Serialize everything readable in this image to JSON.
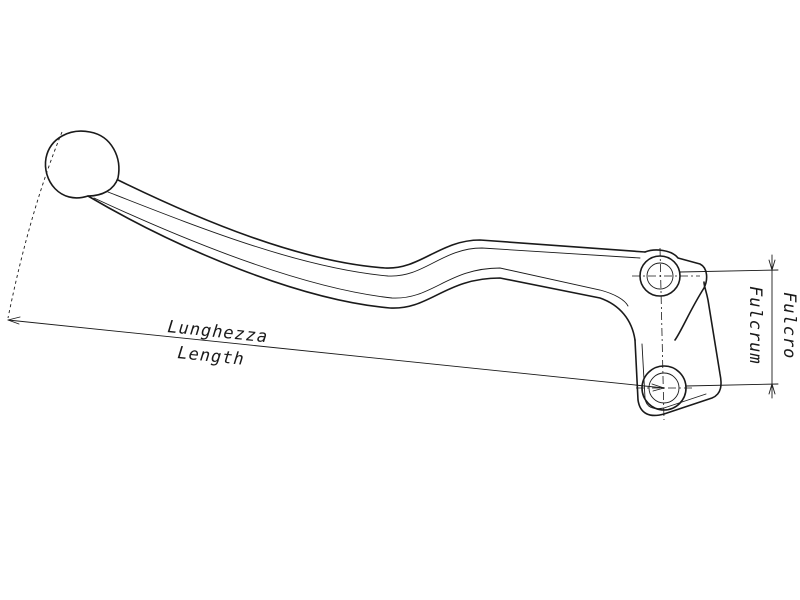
{
  "labels": {
    "length_it": "Lunghezza",
    "length_en": "Length",
    "fulcrum_it": "Fulcro",
    "fulcrum_en": "Fulcrum"
  },
  "colors": {
    "line": "#1a1a1a",
    "background": "#ffffff"
  }
}
